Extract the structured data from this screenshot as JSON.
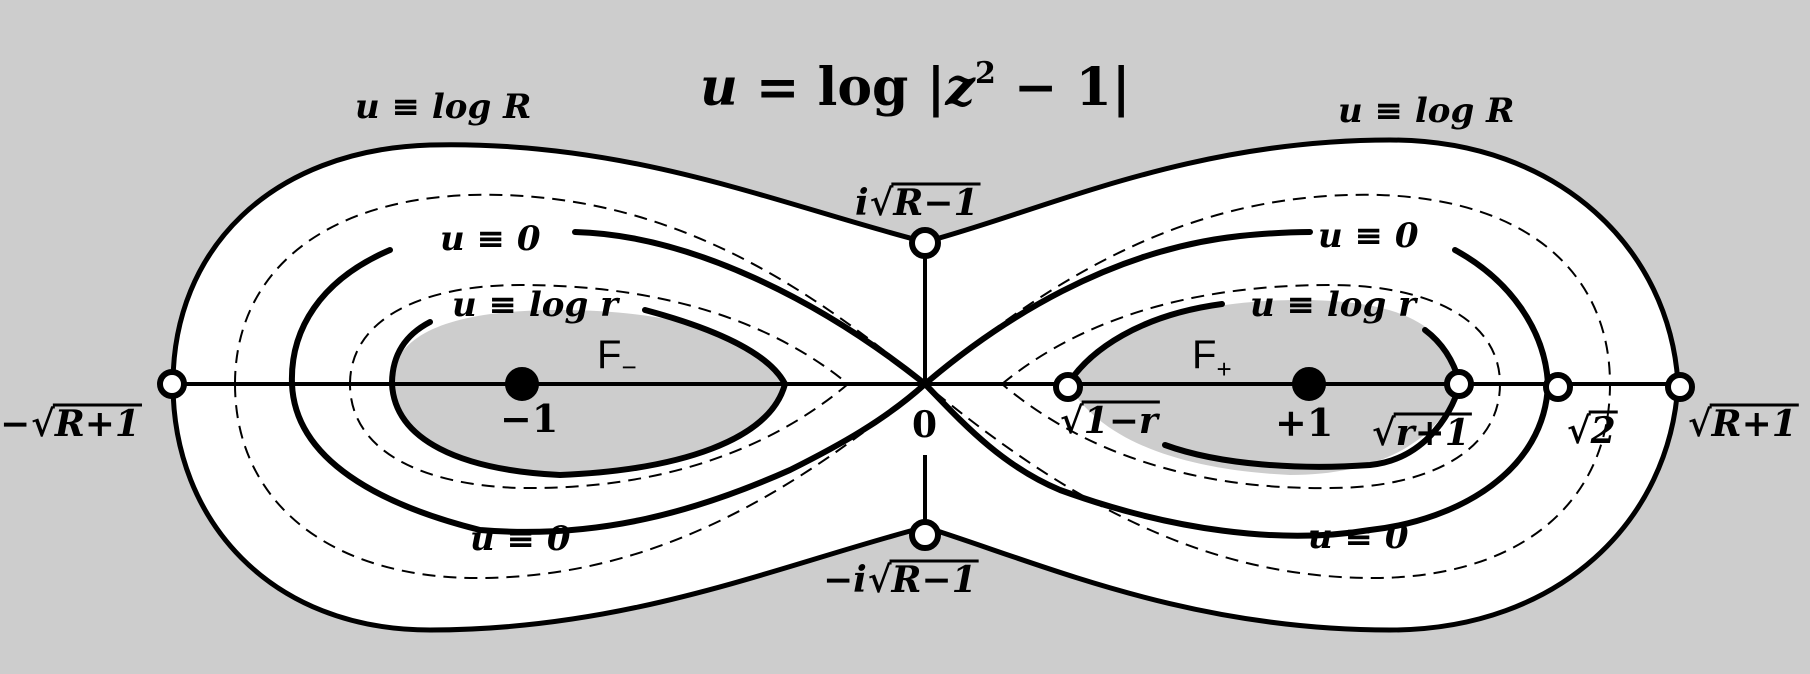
{
  "title": {
    "u": "u",
    "eq": " = log |",
    "z": "z",
    "sup": "2",
    "rest": " − 1|"
  },
  "labels": {
    "outer_left": "u ≡ log R",
    "outer_right": "u ≡ log R",
    "zero_top_left": "u ≡ 0",
    "zero_top_right": "u ≡ 0",
    "zero_bottom_left": "u ≡ 0",
    "zero_bottom_right": "u ≡ 0",
    "logr_left": "u ≡ log r",
    "logr_right": "u ≡ log r",
    "region_minus": "F",
    "region_minus_sub": "−",
    "region_plus": "F",
    "region_plus_sub": "+"
  },
  "points": {
    "top": {
      "prefix": "i",
      "radicand": "R−1"
    },
    "bottom": {
      "prefix": "−i",
      "radicand": "R−1"
    },
    "left_end": {
      "prefix": "−",
      "radicand": "R+1"
    },
    "right_end": {
      "prefix": "",
      "radicand": "R+1"
    },
    "minus_one": "−1",
    "origin": "0",
    "plus_one": "+1",
    "sqrt_1_minus_r": {
      "prefix": "",
      "radicand": "1−r"
    },
    "sqrt_r_plus_1": {
      "prefix": "",
      "radicand": "r+1"
    },
    "sqrt_two": {
      "prefix": "",
      "radicand": "2"
    }
  },
  "colors": {
    "background": "#cdcdcd",
    "band": "#ffffff",
    "ink": "#000000"
  }
}
